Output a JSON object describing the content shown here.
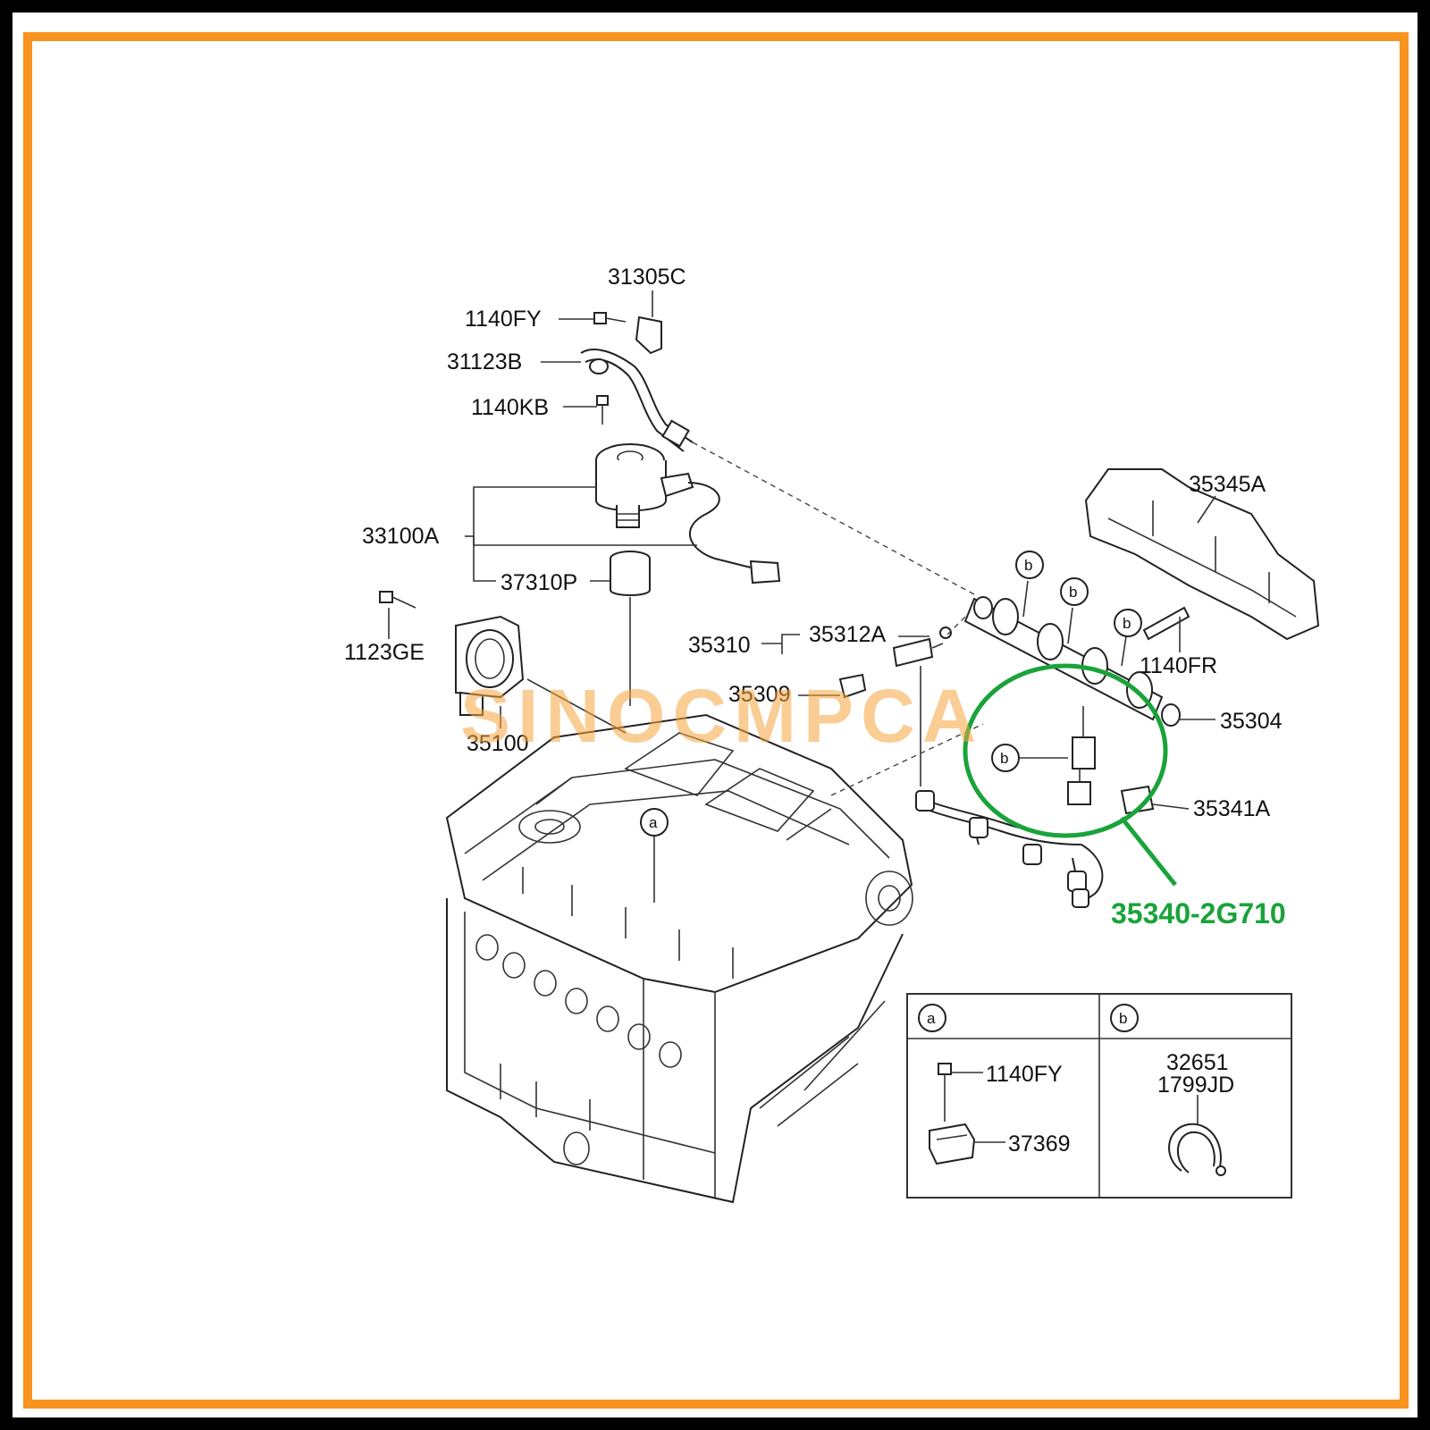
{
  "diagram": {
    "part_labels": {
      "p31305c": "31305C",
      "p1140fy_top": "1140FY",
      "p31123b": "31123B",
      "p1140kb": "1140KB",
      "p33100a": "33100A",
      "p37310p": "37310P",
      "p1123ge": "1123GE",
      "p35100": "35100",
      "p35310": "35310",
      "p35312a": "35312A",
      "p35309": "35309",
      "p35345a": "35345A",
      "p1140fr": "1140FR",
      "p35304": "35304",
      "p35341a": "35341A"
    },
    "callouts": {
      "a": "a",
      "b": "b"
    },
    "highlight_part": "35340-2G710",
    "watermark": "SINOCMPCA",
    "detail_table": {
      "a": {
        "header": "a",
        "items": [
          "1140FY",
          "37369"
        ]
      },
      "b": {
        "header": "b",
        "items": [
          "32651",
          "1799JD"
        ]
      }
    },
    "colors": {
      "outer_border": "#000000",
      "inner_border": "#f7931e",
      "highlight": "#1aa33a",
      "watermark": "#f7a640"
    }
  }
}
